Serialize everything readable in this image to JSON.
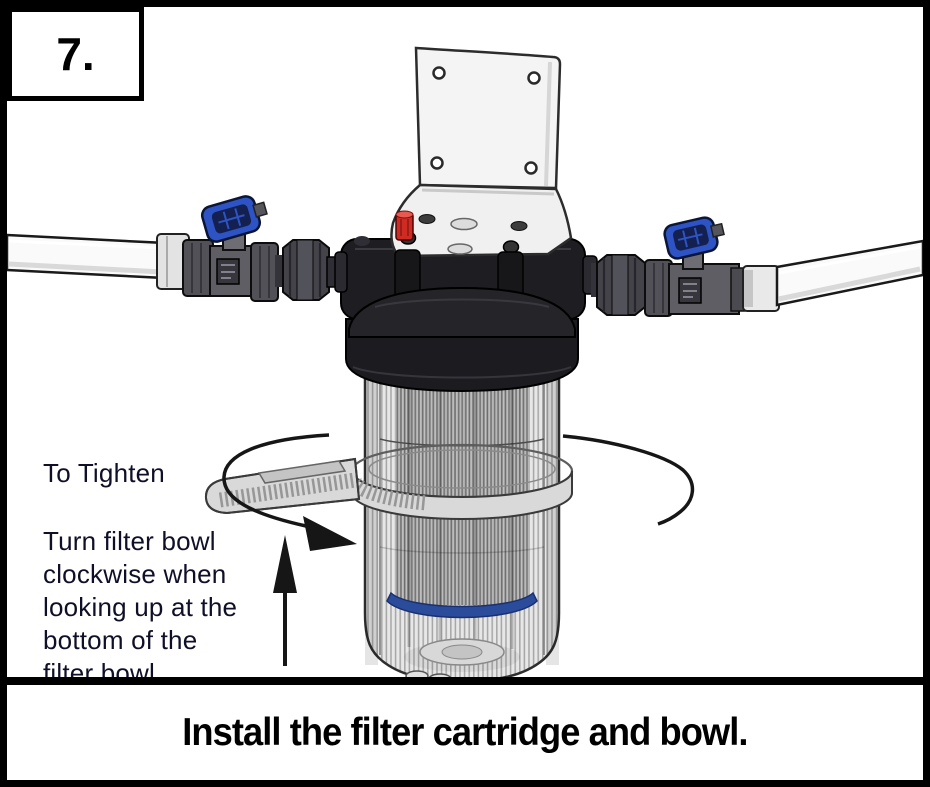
{
  "step_badge": {
    "label": "7."
  },
  "callout": {
    "heading": "To Tighten",
    "lines": [
      "Turn filter bowl",
      "clockwise when",
      "looking up at the",
      "bottom of the",
      "filter bowl."
    ]
  },
  "caption": {
    "text": "Install the filter cartridge and bowl."
  },
  "colors": {
    "valve_handle_blue": "#2d53c4",
    "cartridge_seal_blue": "#2b4b9b",
    "relief_button_red": "#cf2b22",
    "diagram_ink": "#161616",
    "housing_black": "#1e1e22",
    "wrench_gray": "#d9d9d9",
    "pipe_white": "#fafafa"
  },
  "illustration": {
    "part_names": [
      "mounting-bracket",
      "inlet-pipe",
      "outlet-pipe",
      "inlet-push-fitting",
      "outlet-push-fitting",
      "inlet-ball-valve",
      "outlet-ball-valve",
      "left-union-nut",
      "right-union-nut",
      "filter-head",
      "filter-bowl",
      "filter-cartridge",
      "cartridge-seal-ring",
      "filter-wrench",
      "rotation-arrow",
      "up-arrow",
      "pressure-relief-button"
    ]
  }
}
